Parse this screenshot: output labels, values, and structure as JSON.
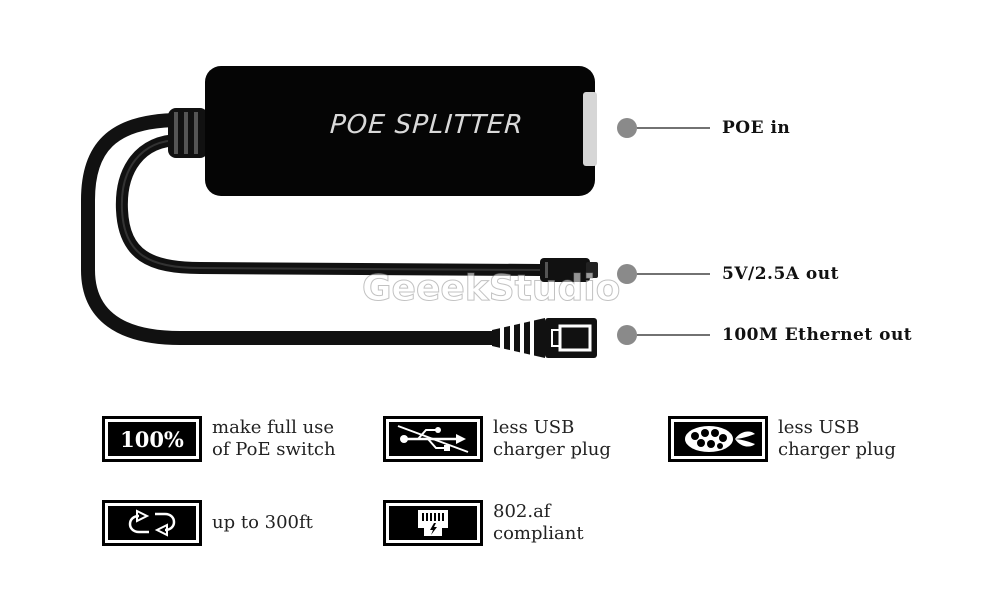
{
  "device": {
    "label": "POE SPLITTER"
  },
  "callouts": {
    "poe_in": "POE in",
    "power_out": "5V/2.5A out",
    "ethernet_out": "100M Ethernet out"
  },
  "watermark": "GeeekStudio",
  "features": {
    "switch": {
      "badge": "100%",
      "line1": "make full use",
      "line2": "of PoE switch"
    },
    "usb": {
      "line1": "less USB",
      "line2": "charger plug"
    },
    "raspberry": {
      "line1": "less USB",
      "line2": "charger plug"
    },
    "distance": {
      "line1": "up to 300ft"
    },
    "standard": {
      "line1": "802.af",
      "line2": "compliant"
    }
  },
  "colors": {
    "device_body": "#000000",
    "callout_dot": "#8a8a8a",
    "label_gray": "#d9d9d9"
  }
}
